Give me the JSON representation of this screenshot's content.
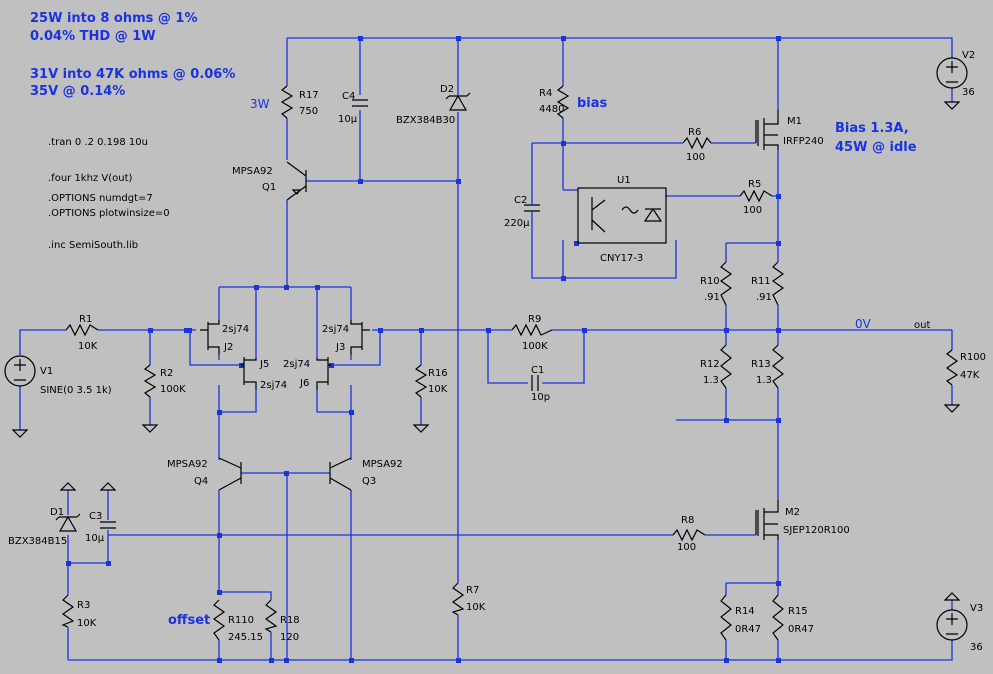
{
  "notes": {
    "spec1": "25W into 8 ohms @ 1%",
    "spec2": "0.04% THD @ 1W",
    "spec3": "31V into 47K ohms @ 0.06%",
    "spec4": "35V @ 0.14%",
    "bias_title": "Bias 1.3A,",
    "bias_idle": "45W @ idle",
    "bias_label": "bias",
    "offset_label": "offset",
    "power_3w": "3W"
  },
  "directives": {
    "tran": ".tran 0 .2 0.198 10u",
    "four": ".four 1khz V(out)",
    "opt1": ".OPTIONS numdgt=7",
    "opt2": ".OPTIONS plotwinsize=0",
    "inc": ".inc SemiSouth.lib"
  },
  "nets": {
    "zero_v": "0V",
    "out": "out"
  },
  "components": {
    "R17": {
      "name": "R17",
      "value": "750"
    },
    "C4": {
      "name": "C4",
      "value": "10µ"
    },
    "D2": {
      "name": "D2",
      "value": "BZX384B30"
    },
    "R4": {
      "name": "R4",
      "value": "4480"
    },
    "M1": {
      "name": "M1",
      "value": "IRFP240"
    },
    "R6": {
      "name": "R6",
      "value": "100"
    },
    "V2": {
      "name": "V2",
      "value": "36"
    },
    "Q1": {
      "name": "Q1",
      "value": "MPSA92"
    },
    "C2": {
      "name": "C2",
      "value": "220µ"
    },
    "U1": {
      "name": "U1",
      "value": "CNY17-3"
    },
    "R5": {
      "name": "R5",
      "value": "100"
    },
    "R10": {
      "name": "R10",
      "value": ".91"
    },
    "R11": {
      "name": "R11",
      "value": ".91"
    },
    "R1": {
      "name": "R1",
      "value": "10K"
    },
    "R2": {
      "name": "R2",
      "value": "100K"
    },
    "V1": {
      "name": "V1",
      "value": "SINE(0 3.5 1k)"
    },
    "J2": {
      "name": "J2",
      "value": "2sj74"
    },
    "J5": {
      "name": "J5",
      "value": "2sj74"
    },
    "J3": {
      "name": "J3",
      "value": "2sj74"
    },
    "J6": {
      "name": "J6",
      "value": "2sj74"
    },
    "R16": {
      "name": "R16",
      "value": "10K"
    },
    "R9": {
      "name": "R9",
      "value": "100K"
    },
    "C1": {
      "name": "C1",
      "value": "10p"
    },
    "R12": {
      "name": "R12",
      "value": "1.3"
    },
    "R13": {
      "name": "R13",
      "value": "1.3"
    },
    "R100": {
      "name": "R100",
      "value": "47K"
    },
    "Q4": {
      "name": "Q4",
      "value": "MPSA92"
    },
    "Q3": {
      "name": "Q3",
      "value": "MPSA92"
    },
    "D1": {
      "name": "D1",
      "value": "BZX384B15"
    },
    "C3": {
      "name": "C3",
      "value": "10µ"
    },
    "R8": {
      "name": "R8",
      "value": "100"
    },
    "M2": {
      "name": "M2",
      "value": "SJEP120R100"
    },
    "R3": {
      "name": "R3",
      "value": "10K"
    },
    "R110": {
      "name": "R110",
      "value": "245.15"
    },
    "R18": {
      "name": "R18",
      "value": "120"
    },
    "R7": {
      "name": "R7",
      "value": "10K"
    },
    "R14": {
      "name": "R14",
      "value": "0R47"
    },
    "R15": {
      "name": "R15",
      "value": "0R47"
    },
    "V3": {
      "name": "V3",
      "value": "36"
    }
  }
}
